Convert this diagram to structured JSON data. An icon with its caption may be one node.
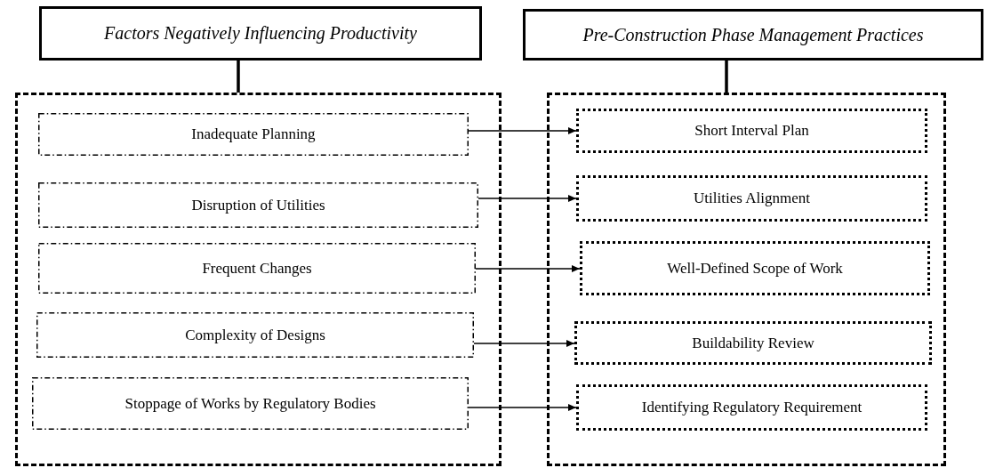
{
  "diagram": {
    "nodes": [
      {
        "text": [
          "Factors Negatively Influencing Productivity"
        ]
      },
      {
        "text": [],
        "shape": "box"
      },
      {
        "text": [
          "Inadequate Planning"
        ],
        "in": 1
      },
      {
        "text": [
          "Disruption of Utilities"
        ],
        "in": 1
      },
      {
        "text": [
          "Frequent Changes"
        ],
        "in": 1
      },
      {
        "text": [
          "Complexity of Designs"
        ],
        "in": 1
      },
      {
        "text": [
          "Stoppage of Works by Regulatory Bodies"
        ],
        "in": 1
      },
      {
        "text": [
          "Pre-Construction Phase Management Practices"
        ]
      },
      {
        "text": [],
        "shape": "box"
      },
      {
        "text": [
          "Short Interval Plan"
        ],
        "in": 8
      },
      {
        "text": [
          "Utilities Alignment"
        ],
        "in": 8
      },
      {
        "text": [
          "Well-Defined Scope of Work"
        ],
        "in": 8
      },
      {
        "text": [
          "Buildability Review"
        ],
        "in": 8
      },
      {
        "text": [
          "Identifying Regulatory Requirement"
        ],
        "in": 8
      }
    ],
    "edges": [
      {
        "from": 0,
        "to": 1,
        "arrow": "none",
        "style": "thick"
      },
      {
        "from": 7,
        "to": 8,
        "arrow": "none",
        "style": "thick"
      },
      {
        "from": 2,
        "to": 9,
        "arrow": "to"
      },
      {
        "from": 3,
        "to": 10,
        "arrow": "to"
      },
      {
        "from": 4,
        "to": 11,
        "arrow": "to"
      },
      {
        "from": 5,
        "to": 12,
        "arrow": "to"
      },
      {
        "from": 6,
        "to": 13,
        "arrow": "to"
      }
    ]
  }
}
